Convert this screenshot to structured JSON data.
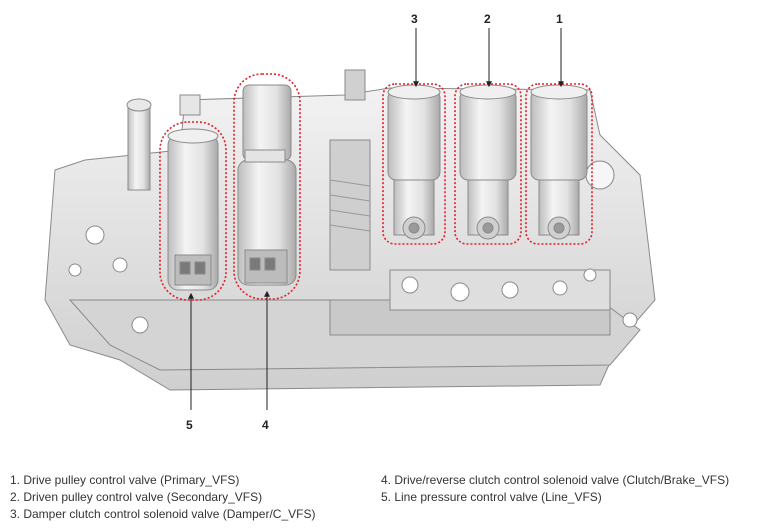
{
  "callouts": [
    "1",
    "2",
    "3",
    "4",
    "5"
  ],
  "legend": {
    "left": [
      "1. Drive pulley control valve (Primary_VFS)",
      "2. Driven pulley control valve (Secondary_VFS)",
      "3. Damper clutch control solenoid valve (Damper/C_VFS)"
    ],
    "right": [
      "4. Drive/reverse clutch control solenoid valve (Clutch/Brake_VFS)",
      "5. Line pressure control valve (Line_VFS)"
    ]
  },
  "colors": {
    "highlight": "#e0202a",
    "body_light": "#f1f1f1",
    "body_mid": "#d9d9d9",
    "body_dark": "#b8b8b8",
    "outline": "#8a8a8a"
  }
}
